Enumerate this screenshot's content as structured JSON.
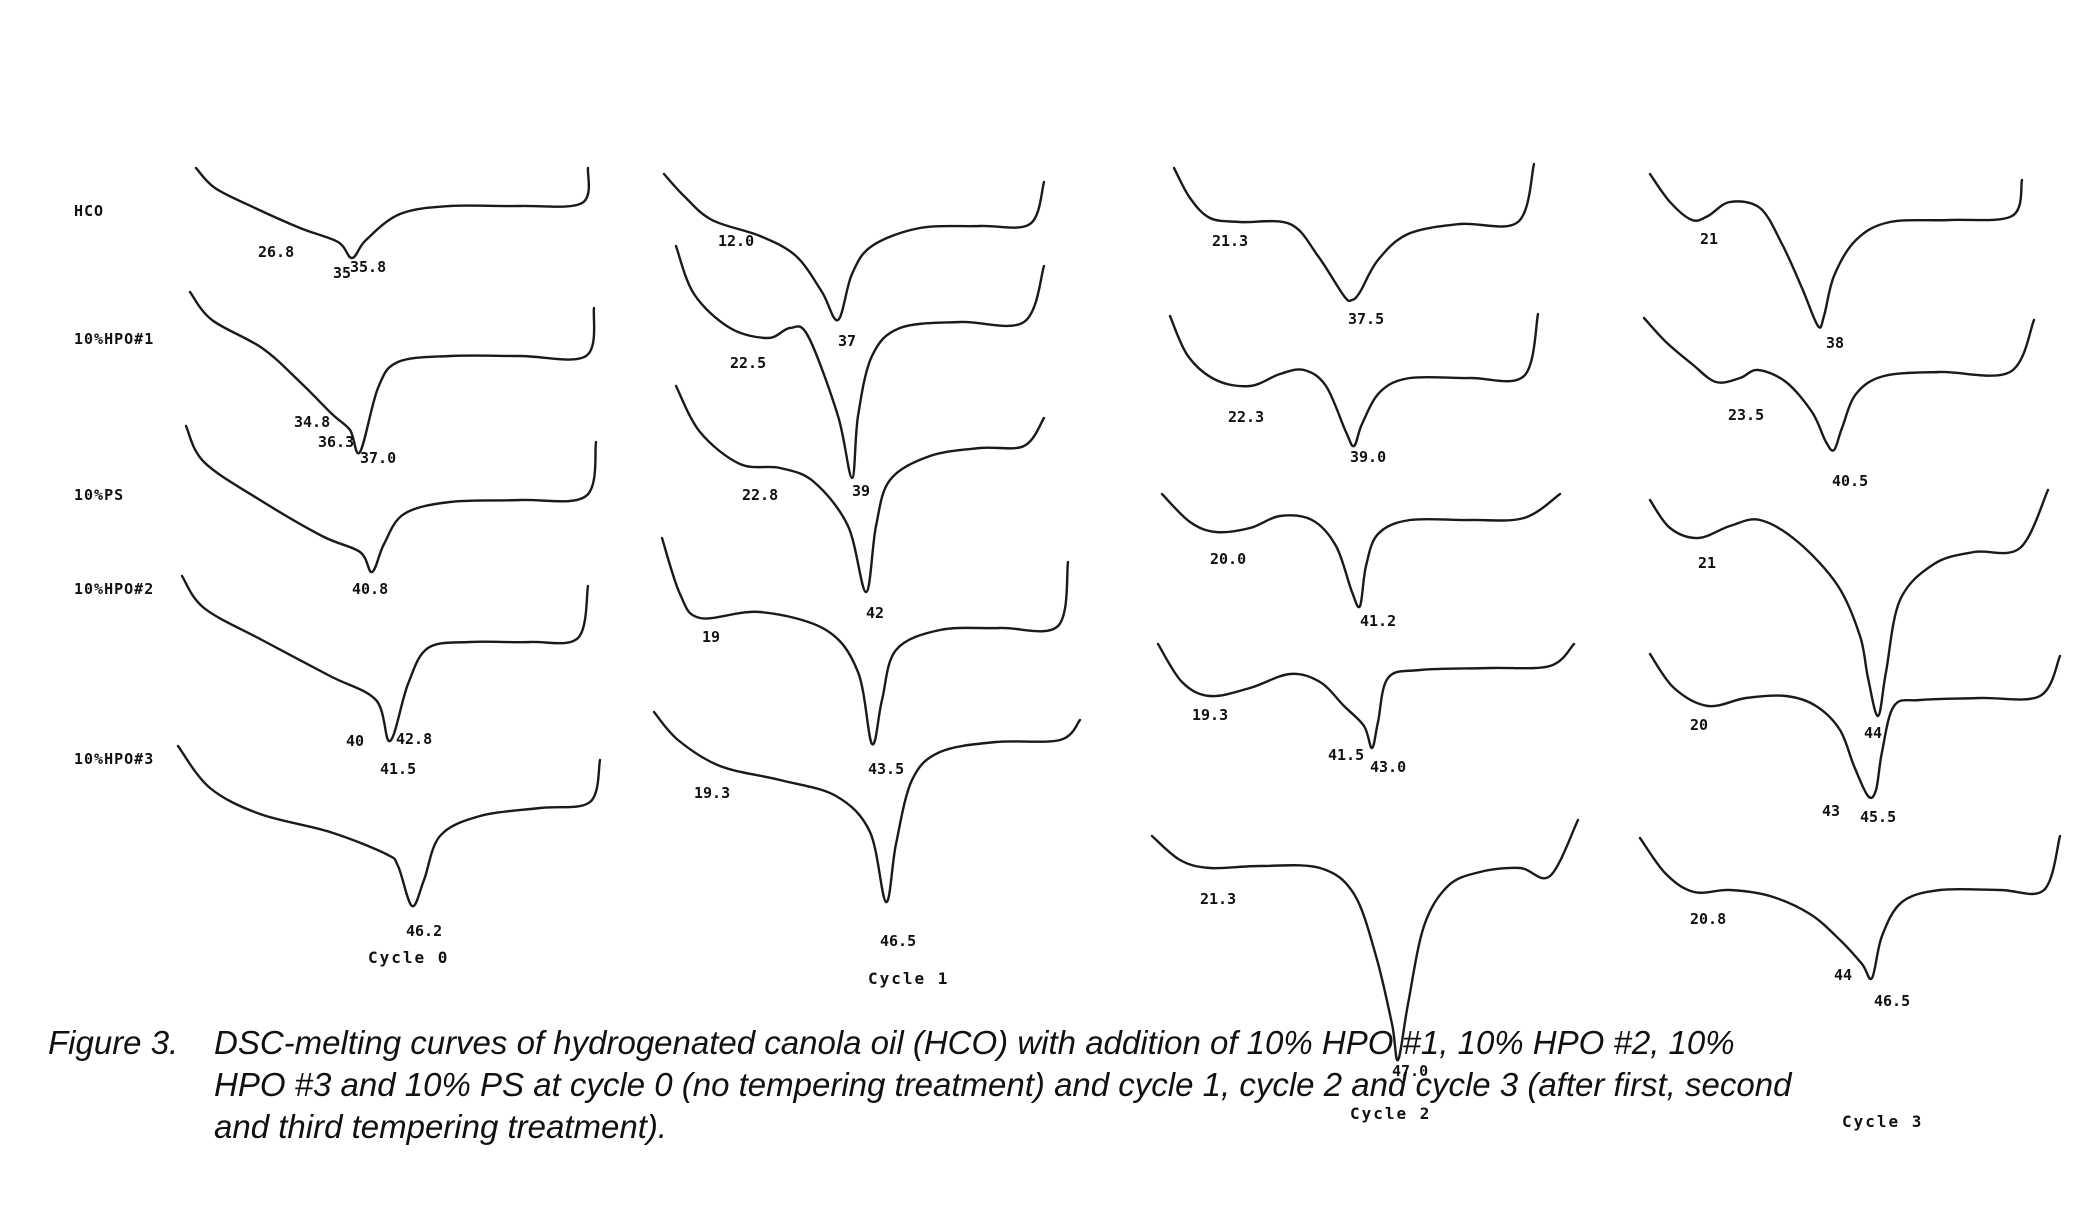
{
  "chart_data": {
    "type": "line",
    "row_labels": [
      "HCO",
      "10%HPO#1",
      "10%PS",
      "10%HPO#2",
      "10%HPO#3"
    ],
    "panels": [
      {
        "cycle_label": "Cycle 0",
        "curves": [
          {
            "row": "HCO",
            "peaks": [
              "26.8",
              "35",
              "35.8"
            ]
          },
          {
            "row": "10%HPO#1",
            "peaks": [
              "34.8",
              "36.3",
              "37.0"
            ]
          },
          {
            "row": "10%PS",
            "peaks": [
              "40.8"
            ]
          },
          {
            "row": "10%HPO#2",
            "peaks": [
              "40",
              "41.5",
              "42.8"
            ]
          },
          {
            "row": "10%HPO#3",
            "peaks": [
              "46.2"
            ]
          }
        ]
      },
      {
        "cycle_label": "Cycle 1",
        "curves": [
          {
            "row": "HCO",
            "peaks": [
              "12.0",
              "37"
            ]
          },
          {
            "row": "10%HPO#1",
            "peaks": [
              "22.5",
              "39"
            ]
          },
          {
            "row": "10%PS",
            "peaks": [
              "22.8",
              "42"
            ]
          },
          {
            "row": "10%HPO#2",
            "peaks": [
              "19",
              "43.5"
            ]
          },
          {
            "row": "10%HPO#3",
            "peaks": [
              "19.3",
              "46.5"
            ]
          }
        ]
      },
      {
        "cycle_label": "Cycle 2",
        "curves": [
          {
            "row": "HCO",
            "peaks": [
              "21.3",
              "37.5"
            ]
          },
          {
            "row": "10%HPO#1",
            "peaks": [
              "22.3",
              "39.0"
            ]
          },
          {
            "row": "10%PS",
            "peaks": [
              "20.0",
              "41.2"
            ]
          },
          {
            "row": "10%HPO#2",
            "peaks": [
              "19.3",
              "41.5",
              "43.0"
            ]
          },
          {
            "row": "10%HPO#3",
            "peaks": [
              "21.3",
              "47.0"
            ]
          }
        ]
      },
      {
        "cycle_label": "Cycle 3",
        "curves": [
          {
            "row": "HCO",
            "peaks": [
              "21",
              "38"
            ]
          },
          {
            "row": "10%HPO#1",
            "peaks": [
              "23.5",
              "40.5"
            ]
          },
          {
            "row": "10%PS",
            "peaks": [
              "21",
              "44"
            ]
          },
          {
            "row": "10%HPO#2",
            "peaks": [
              "20",
              "43",
              "45.5"
            ]
          },
          {
            "row": "10%HPO#3",
            "peaks": [
              "20.8",
              "44",
              "46.5"
            ]
          }
        ]
      }
    ]
  },
  "caption": {
    "lead": "Figure 3.",
    "line1": "DSC-melting curves of hydrogenated canola oil (HCO) with addition of 10% HPO #1, 10% HPO #2, 10%",
    "line2": "HPO #3 and 10% PS at cycle 0 (no tempering treatment) and cycle 1, cycle 2 and cycle 3 (after first, second",
    "line3": "and third tempering treatment)."
  }
}
